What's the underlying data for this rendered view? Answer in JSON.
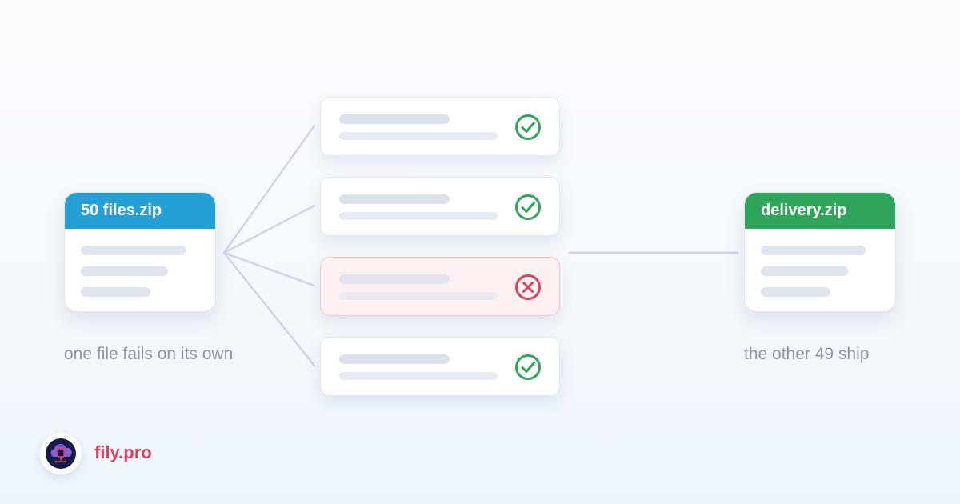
{
  "source": {
    "filename": "50 files.zip",
    "caption": "one file fails on its own",
    "header_color": "#24a0d6"
  },
  "result": {
    "filename": "delivery.zip",
    "caption": "the other 49 ship",
    "header_color": "#2ea55a"
  },
  "file_rows": [
    {
      "status": "ok",
      "icon": "check-circle-icon"
    },
    {
      "status": "ok",
      "icon": "check-circle-icon"
    },
    {
      "status": "failed",
      "icon": "x-circle-icon"
    },
    {
      "status": "ok",
      "icon": "check-circle-icon"
    }
  ],
  "colors": {
    "success": "#2ea55a",
    "failure": "#e2405a",
    "connector": "#d0d4e6"
  },
  "brand": {
    "name": "fily.pro",
    "logo_icon": "cloud-file-logo-icon"
  }
}
